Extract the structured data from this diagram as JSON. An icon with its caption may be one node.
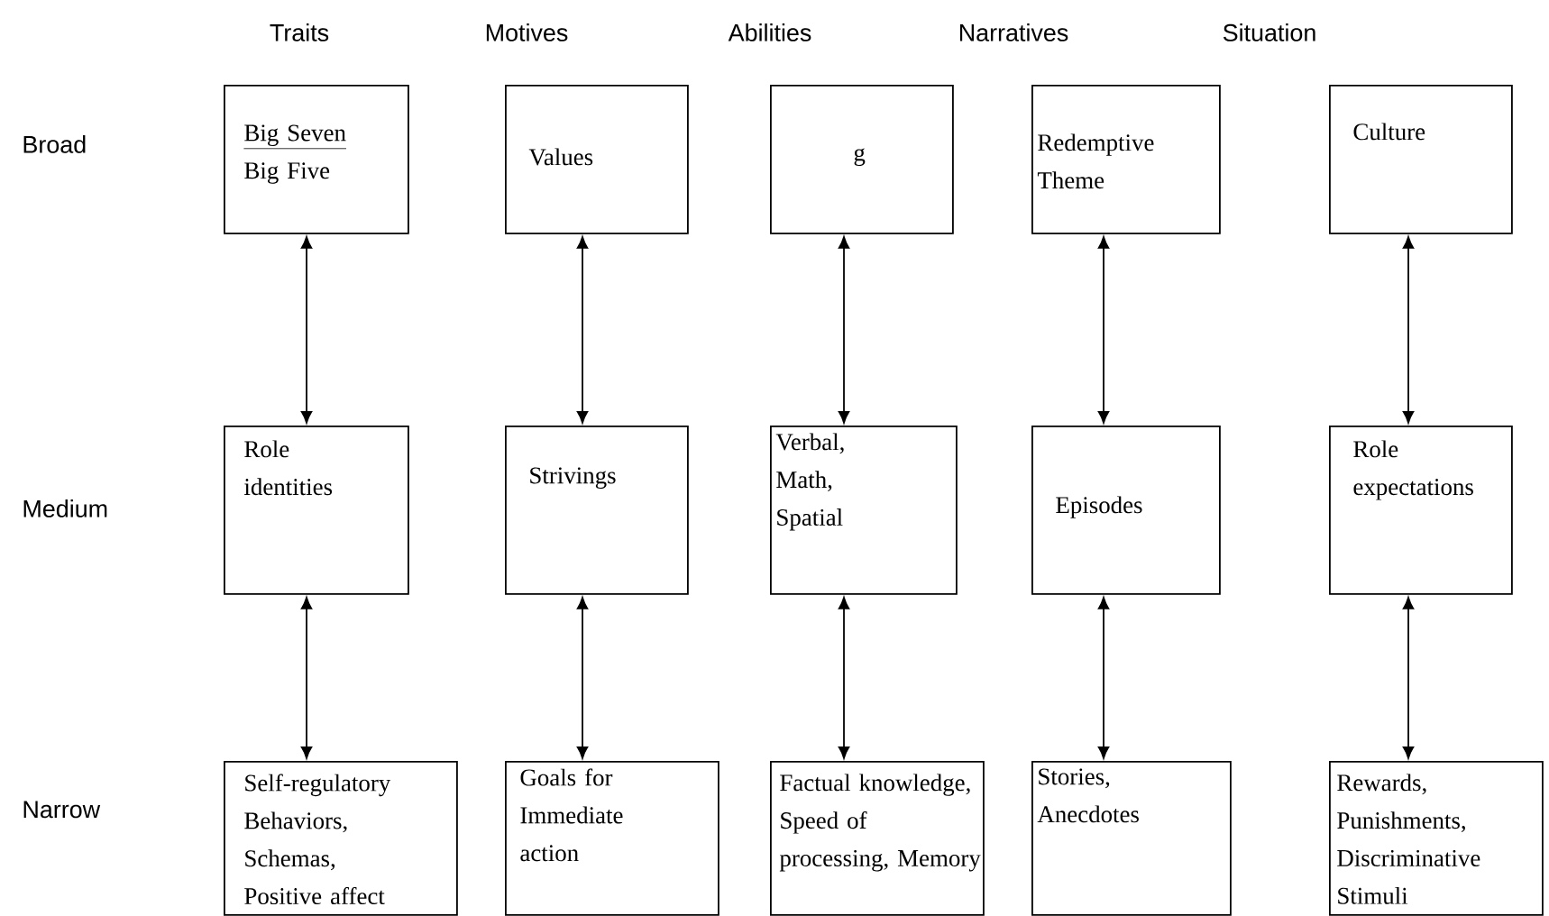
{
  "diagram": {
    "nodes": [
      {
        "text": [
          "Big Seven",
          "Big Five"
        ]
      },
      {
        "text": [
          "Values"
        ]
      },
      {
        "text": [
          "g"
        ]
      },
      {
        "text": [
          "Redemptive Theme"
        ]
      },
      {
        "text": [
          "Culture"
        ]
      },
      {
        "text": [
          "Role identities"
        ]
      },
      {
        "text": [
          "Strivings"
        ]
      },
      {
        "text": [
          "Verbal, Math, Spatial"
        ]
      },
      {
        "text": [
          "Episodes"
        ]
      },
      {
        "text": [
          "Role expectations"
        ]
      },
      {
        "text": [
          "Self-regulatory Behaviors, Schemas, Positive affect"
        ]
      },
      {
        "text": [
          "Goals for Immediate action"
        ]
      },
      {
        "text": [
          "Factual knowledge, Speed of processing, Memory"
        ]
      },
      {
        "text": [
          "Stories, Anecdotes"
        ]
      },
      {
        "text": [
          "Rewards, Punishments, Discriminative Stimuli"
        ]
      }
    ],
    "edges": [
      {
        "from": 0,
        "to": 5,
        "arrow": "both"
      },
      {
        "from": 1,
        "to": 6,
        "arrow": "both"
      },
      {
        "from": 2,
        "to": 7,
        "arrow": "both"
      },
      {
        "from": 3,
        "to": 8,
        "arrow": "both"
      },
      {
        "from": 4,
        "to": 9,
        "arrow": "both"
      },
      {
        "from": 5,
        "to": 10,
        "arrow": "both"
      },
      {
        "from": 6,
        "to": 11,
        "arrow": "both"
      },
      {
        "from": 7,
        "to": 12,
        "arrow": "both"
      },
      {
        "from": 8,
        "to": 13,
        "arrow": "both"
      },
      {
        "from": 9,
        "to": 14,
        "arrow": "both"
      }
    ],
    "labels": [
      "Traits",
      "Motives",
      "Abilities",
      "Narratives",
      "Situation",
      "Broad",
      "Medium",
      "Narrow"
    ]
  }
}
